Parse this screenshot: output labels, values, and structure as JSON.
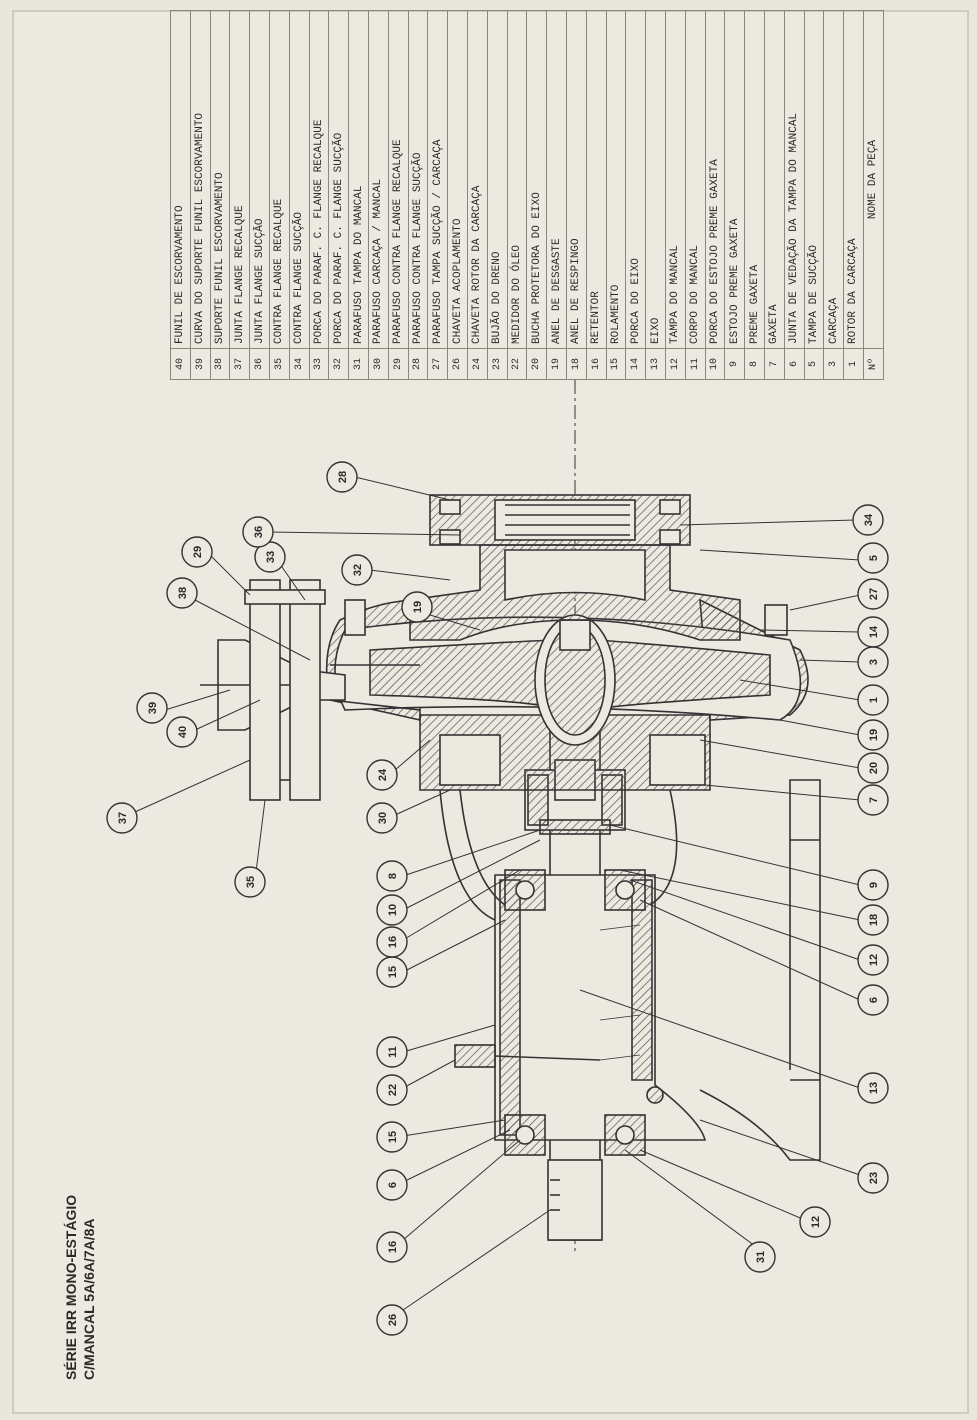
{
  "title": {
    "line1": "SÉRIE IRR MONO-ESTÁGIO",
    "line2": "C/MANCAL 5A/6A/7A/8A"
  },
  "parts_header": {
    "num": "Nº",
    "name": "NOME DA PEÇA"
  },
  "parts": [
    {
      "num": "40",
      "name": "FUNIL DE ESCORVAMENTO"
    },
    {
      "num": "39",
      "name": "CURVA DO SUPORTE FUNIL ESCORVAMENTO"
    },
    {
      "num": "38",
      "name": "SUPORTE FUNIL ESCORVAMENTO"
    },
    {
      "num": "37",
      "name": "JUNTA FLANGE RECALQUE"
    },
    {
      "num": "36",
      "name": "JUNTA FLANGE SUCÇÃO"
    },
    {
      "num": "35",
      "name": "CONTRA FLANGE RECALQUE"
    },
    {
      "num": "34",
      "name": "CONTRA FLANGE SUCÇÃO"
    },
    {
      "num": "33",
      "name": "PORCA DO PARAF. C. FLANGE RECALQUE"
    },
    {
      "num": "32",
      "name": "PORCA DO PARAF. C. FLANGE SUCÇÃO"
    },
    {
      "num": "31",
      "name": "PARAFUSO TAMPA DO MANCAL"
    },
    {
      "num": "30",
      "name": "PARAFUSO CARCAÇA / MANCAL"
    },
    {
      "num": "29",
      "name": "PARAFUSO CONTRA FLANGE RECALQUE"
    },
    {
      "num": "28",
      "name": "PARAFUSO CONTRA FLANGE SUCÇÃO"
    },
    {
      "num": "27",
      "name": "PARAFUSO TAMPA SUCÇÃO / CARCAÇA"
    },
    {
      "num": "26",
      "name": "CHAVETA ACOPLAMENTO"
    },
    {
      "num": "24",
      "name": "CHAVETA ROTOR DA CARCAÇA"
    },
    {
      "num": "23",
      "name": "BUJÃO DO DRENO"
    },
    {
      "num": "22",
      "name": "MEDIDOR DO ÓLEO"
    },
    {
      "num": "20",
      "name": "BUCHA PROTETORA DO EIXO"
    },
    {
      "num": "19",
      "name": "ANEL DE DESGASTE"
    },
    {
      "num": "18",
      "name": "ANEL DE RESPINGO"
    },
    {
      "num": "16",
      "name": "RETENTOR"
    },
    {
      "num": "15",
      "name": "ROLAMENTO"
    },
    {
      "num": "14",
      "name": "PORCA DO EIXO"
    },
    {
      "num": "13",
      "name": "EIXO"
    },
    {
      "num": "12",
      "name": "TAMPA DO MANCAL"
    },
    {
      "num": "11",
      "name": "CORPO DO MANCAL"
    },
    {
      "num": "10",
      "name": "PORCA DO ESTOJO PREME GAXETA"
    },
    {
      "num": "9",
      "name": "ESTOJO PREME GAXETA"
    },
    {
      "num": "8",
      "name": "PREME GAXETA"
    },
    {
      "num": "7",
      "name": "GAXETA"
    },
    {
      "num": "6",
      "name": "JUNTA DE VEDAÇÃO DA TAMPA DO MANCAL"
    },
    {
      "num": "5",
      "name": "TAMPA DE SUCÇÃO"
    },
    {
      "num": "3",
      "name": "CARCAÇA"
    },
    {
      "num": "1",
      "name": "ROTOR DA CARCAÇA"
    }
  ],
  "callouts": [
    "26",
    "16",
    "6",
    "15",
    "22",
    "11",
    "15",
    "16",
    "10",
    "8",
    "30",
    "24",
    "37",
    "35",
    "40",
    "39",
    "38",
    "29",
    "33",
    "32",
    "36",
    "28",
    "19",
    "34",
    "5",
    "27",
    "14",
    "3",
    "1",
    "19",
    "20",
    "7",
    "9",
    "18",
    "12",
    "6",
    "13",
    "23",
    "12",
    "31"
  ]
}
